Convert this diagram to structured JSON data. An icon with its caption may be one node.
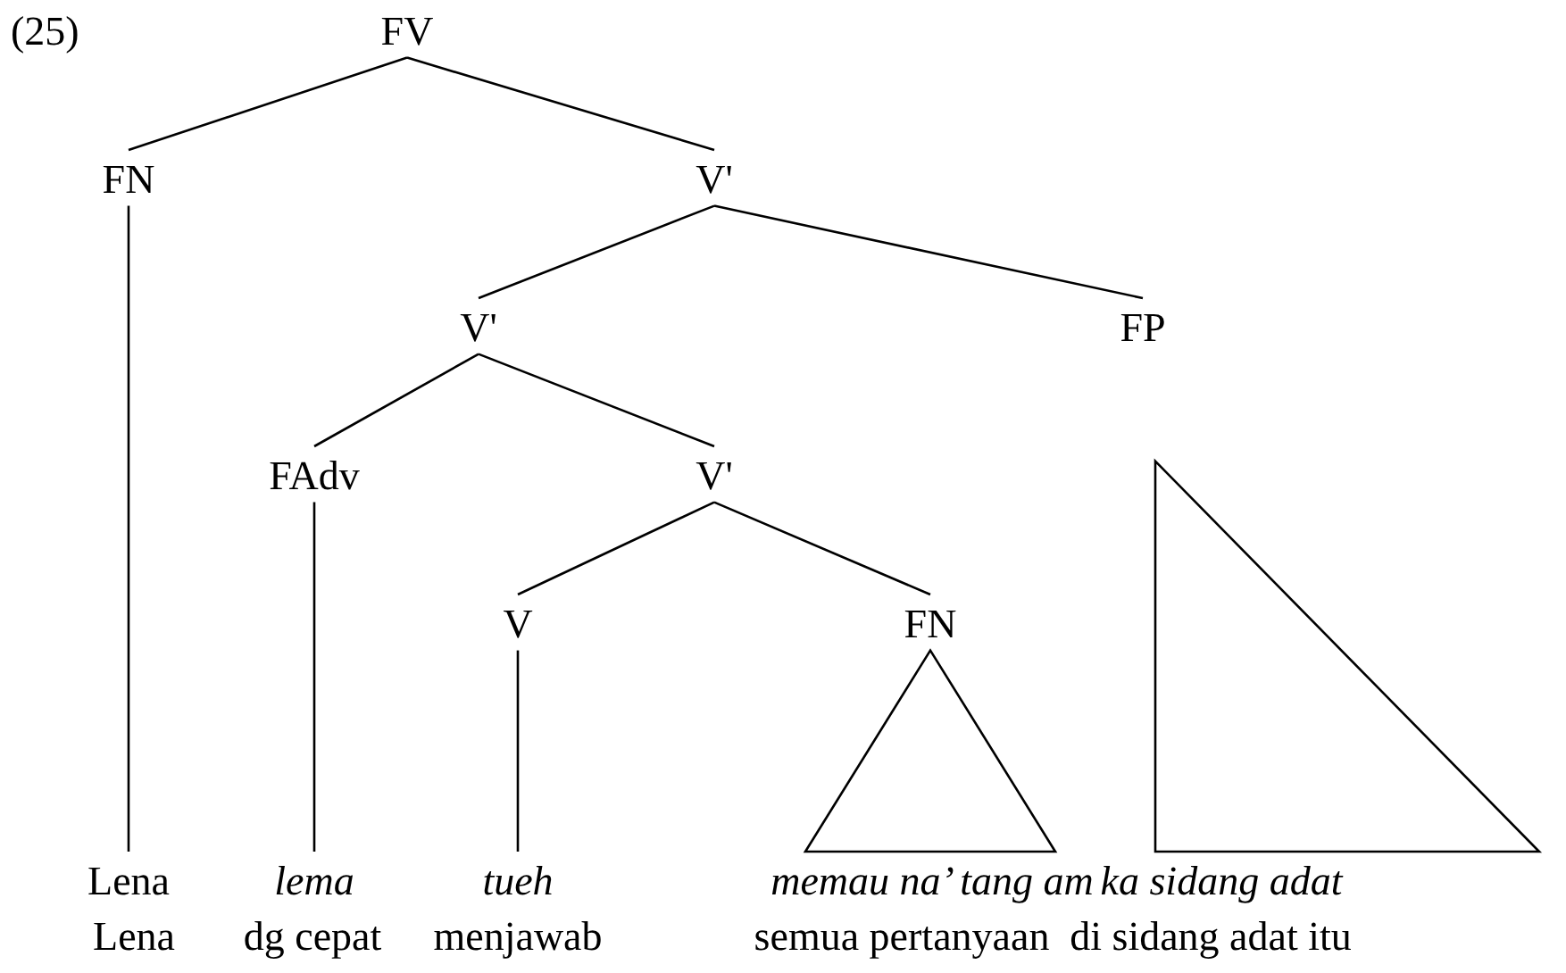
{
  "diagram": {
    "nodes": [
      {
        "text": [
          "FV"
        ]
      },
      {
        "text": [
          "FN"
        ]
      },
      {
        "text": [
          "V'"
        ]
      },
      {
        "text": [
          "V'"
        ]
      },
      {
        "text": [
          "FP"
        ]
      },
      {
        "text": [
          "FAdv"
        ]
      },
      {
        "text": [
          "V'"
        ]
      },
      {
        "text": [
          "V"
        ]
      },
      {
        "text": [
          "FN"
        ]
      },
      {
        "text": [
          "Lena"
        ],
        "beside": [
          "Lena"
        ]
      },
      {
        "text": [
          "lema"
        ],
        "beside": [
          "dg cepat"
        ]
      },
      {
        "text": [
          "tueh"
        ],
        "beside": [
          "menjawab"
        ]
      },
      {
        "text": [
          "memau na’ tang am"
        ],
        "beside": [
          "semua pertanyaan"
        ]
      },
      {
        "text": [
          "ka sidang adat"
        ],
        "beside": [
          "di sidang adat itu"
        ]
      }
    ],
    "edges": [
      {
        "from": 0,
        "to": 1,
        "arrow": "none"
      },
      {
        "from": 0,
        "to": 2,
        "arrow": "none"
      },
      {
        "from": 2,
        "to": 3,
        "arrow": "none"
      },
      {
        "from": 2,
        "to": 4,
        "arrow": "none"
      },
      {
        "from": 3,
        "to": 5,
        "arrow": "none"
      },
      {
        "from": 3,
        "to": 6,
        "arrow": "none"
      },
      {
        "from": 6,
        "to": 7,
        "arrow": "none"
      },
      {
        "from": 6,
        "to": 8,
        "arrow": "none"
      },
      {
        "from": 1,
        "to": 9,
        "arrow": "none"
      },
      {
        "from": 5,
        "to": 10,
        "arrow": "none"
      },
      {
        "from": 7,
        "to": 11,
        "arrow": "none"
      },
      {
        "from": 8,
        "to": 12,
        "arrow": "none"
      },
      {
        "from": 4,
        "to": 13,
        "arrow": "none"
      }
    ],
    "labels": [
      "(25)"
    ]
  }
}
